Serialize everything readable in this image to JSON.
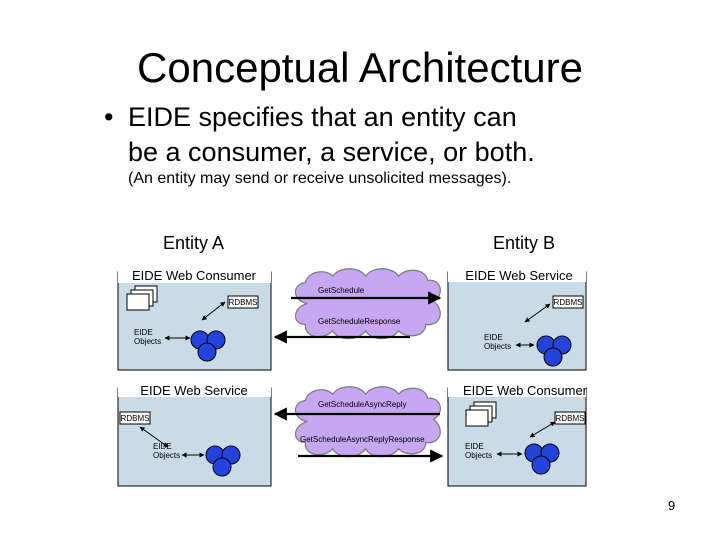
{
  "title": "Conceptual Architecture",
  "bullet": {
    "marker": "•",
    "line1": "EIDE specifies that an entity can",
    "line2": "be a consumer, a service, or both.",
    "note": "(An entity may send or receive unsolicited messages)."
  },
  "entities": {
    "a": "Entity A",
    "b": "Entity B"
  },
  "boxes": {
    "top_left": {
      "label": "EIDE Web Consumer",
      "rdbms": "RDBMS",
      "objects_line1": "EIDE",
      "objects_line2": "Objects"
    },
    "top_right": {
      "label": "EIDE Web Service",
      "rdbms": "RDBMS",
      "objects_line1": "EIDE",
      "objects_line2": "Objects"
    },
    "bottom_left": {
      "label": "EIDE Web Service",
      "rdbms": "RDBMS",
      "objects_line1": "EIDE",
      "objects_line2": "Objects"
    },
    "bottom_right": {
      "label": "EIDE Web Consumer",
      "rdbms": "RDBMS",
      "objects_line1": "EIDE",
      "objects_line2": "Objects"
    }
  },
  "messages": {
    "top_request": "GetSchedule",
    "top_response": "GetScheduleResponse",
    "bottom_request": "GetScheduleAsyncReply",
    "bottom_response": "GetScheduleAsyncReplyResponse"
  },
  "colors": {
    "box_fill": "#c8dbe6",
    "cloud_fill": "#c7a6f2",
    "object_fill": "#2244dd"
  },
  "page_number": "9"
}
